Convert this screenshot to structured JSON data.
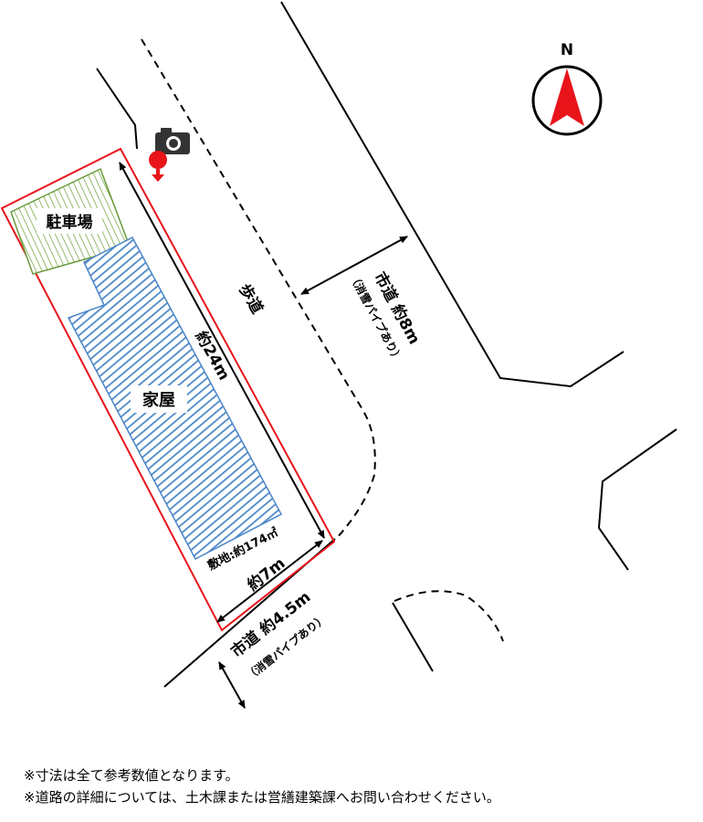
{
  "compass": {
    "north_label": "N",
    "needle_color": "#e8141a"
  },
  "labels": {
    "parking": "駐車場",
    "house": "家屋",
    "sidewalk": "歩道",
    "lot_length": "約24m",
    "lot_width": "約7m",
    "site_area": "敷地:約174㎡",
    "road_main": "市道 約8m",
    "road_main_note": "（消雪パイプあり）",
    "road_side": "市道 約4.5m",
    "road_side_note": "（消雪パイプあり）"
  },
  "notes": [
    "※寸法は全て参考数値となります。",
    "※道路の詳細については、土木課または営繕建築課へお問い合わせください。"
  ],
  "colors": {
    "lot_outline": "#e8141a",
    "parking_hatch": "#7aa84a",
    "house_hatch": "#4a86c8",
    "camera_marker": "#e8141a"
  }
}
